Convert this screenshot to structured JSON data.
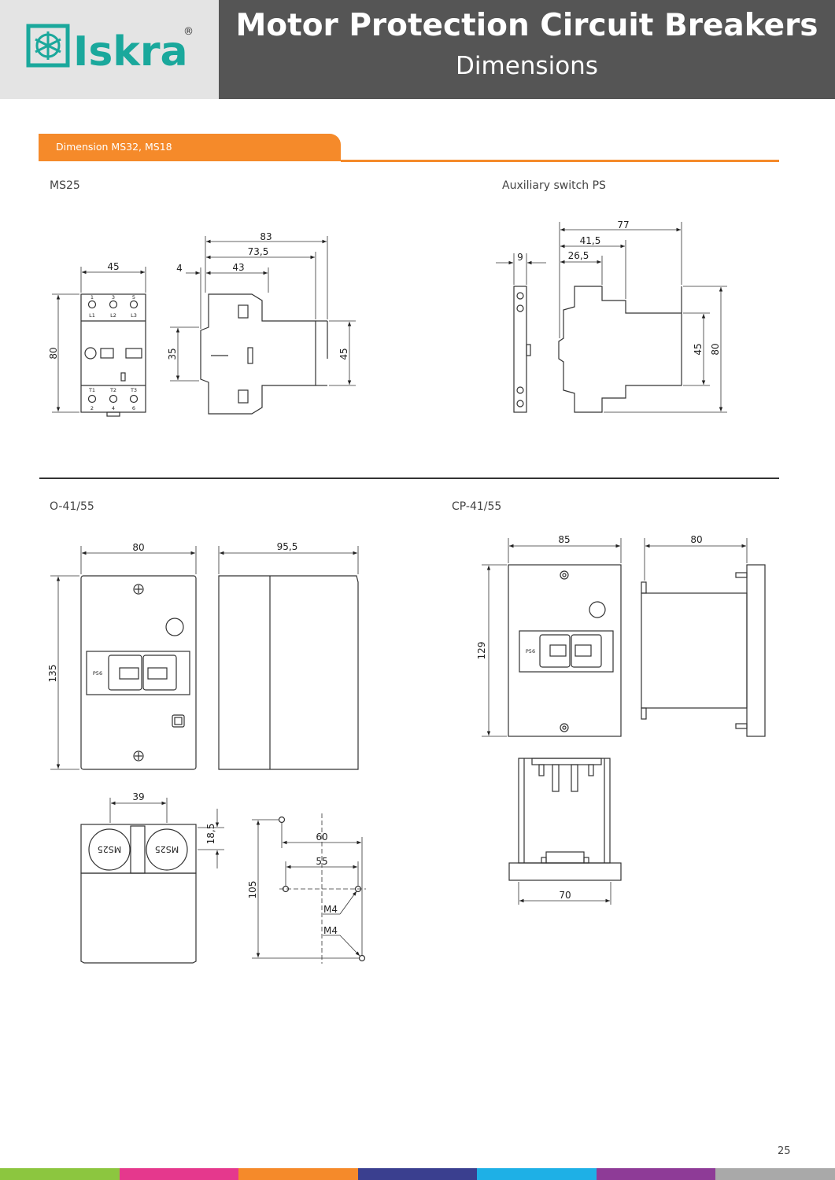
{
  "brand": {
    "name": "Iskra",
    "registered": "®",
    "color": "#1aa89c"
  },
  "header": {
    "title": "Motor Protection Circuit Breakers",
    "subtitle": "Dimensions"
  },
  "section": {
    "tab_label": "Dimension MS32, MS18",
    "accent": "#f58a2a"
  },
  "views": {
    "ms25": {
      "label": "MS25",
      "dims": {
        "front_width": "45",
        "front_height": "80",
        "depth_total": "83",
        "depth_mid": "73,5",
        "depth_front": "43",
        "offset": "4",
        "rail_height": "35",
        "body_height": "45"
      },
      "terminals_top": [
        "1",
        "3",
        "5"
      ],
      "terminals_top_l": [
        "L1",
        "L2",
        "L3"
      ],
      "terminals_bot_t": [
        "T1",
        "T2",
        "T3"
      ],
      "terminals_bot": [
        "2",
        "4",
        "6"
      ]
    },
    "aux": {
      "label": "Auxiliary switch PS",
      "dims": {
        "front_width": "9",
        "depth_total": "77",
        "depth_mid": "41,5",
        "depth_front": "26,5",
        "body_height": "45",
        "total_height": "80"
      }
    },
    "o41": {
      "label": "O-41/55",
      "dims": {
        "width": "80",
        "depth": "95,5",
        "height": "135",
        "rail_spacing": "39",
        "rail_offset": "18,5",
        "hole_height": "105",
        "hole_w1": "60",
        "hole_w2": "55",
        "screw1": "M4",
        "screw2": "M4"
      },
      "panel_label": "P56",
      "module_label": "MS25"
    },
    "cp41": {
      "label": "CP-41/55",
      "dims": {
        "width": "85",
        "depth": "80",
        "height": "129",
        "bottom_width": "70"
      },
      "panel_label": "P56"
    }
  },
  "page": {
    "number": "25"
  },
  "footer_colors": [
    "#8cc63f",
    "#e5388d",
    "#f58a2a",
    "#3a3f8f",
    "#1eb0e6",
    "#8e3b97",
    "#a9a9a9"
  ]
}
